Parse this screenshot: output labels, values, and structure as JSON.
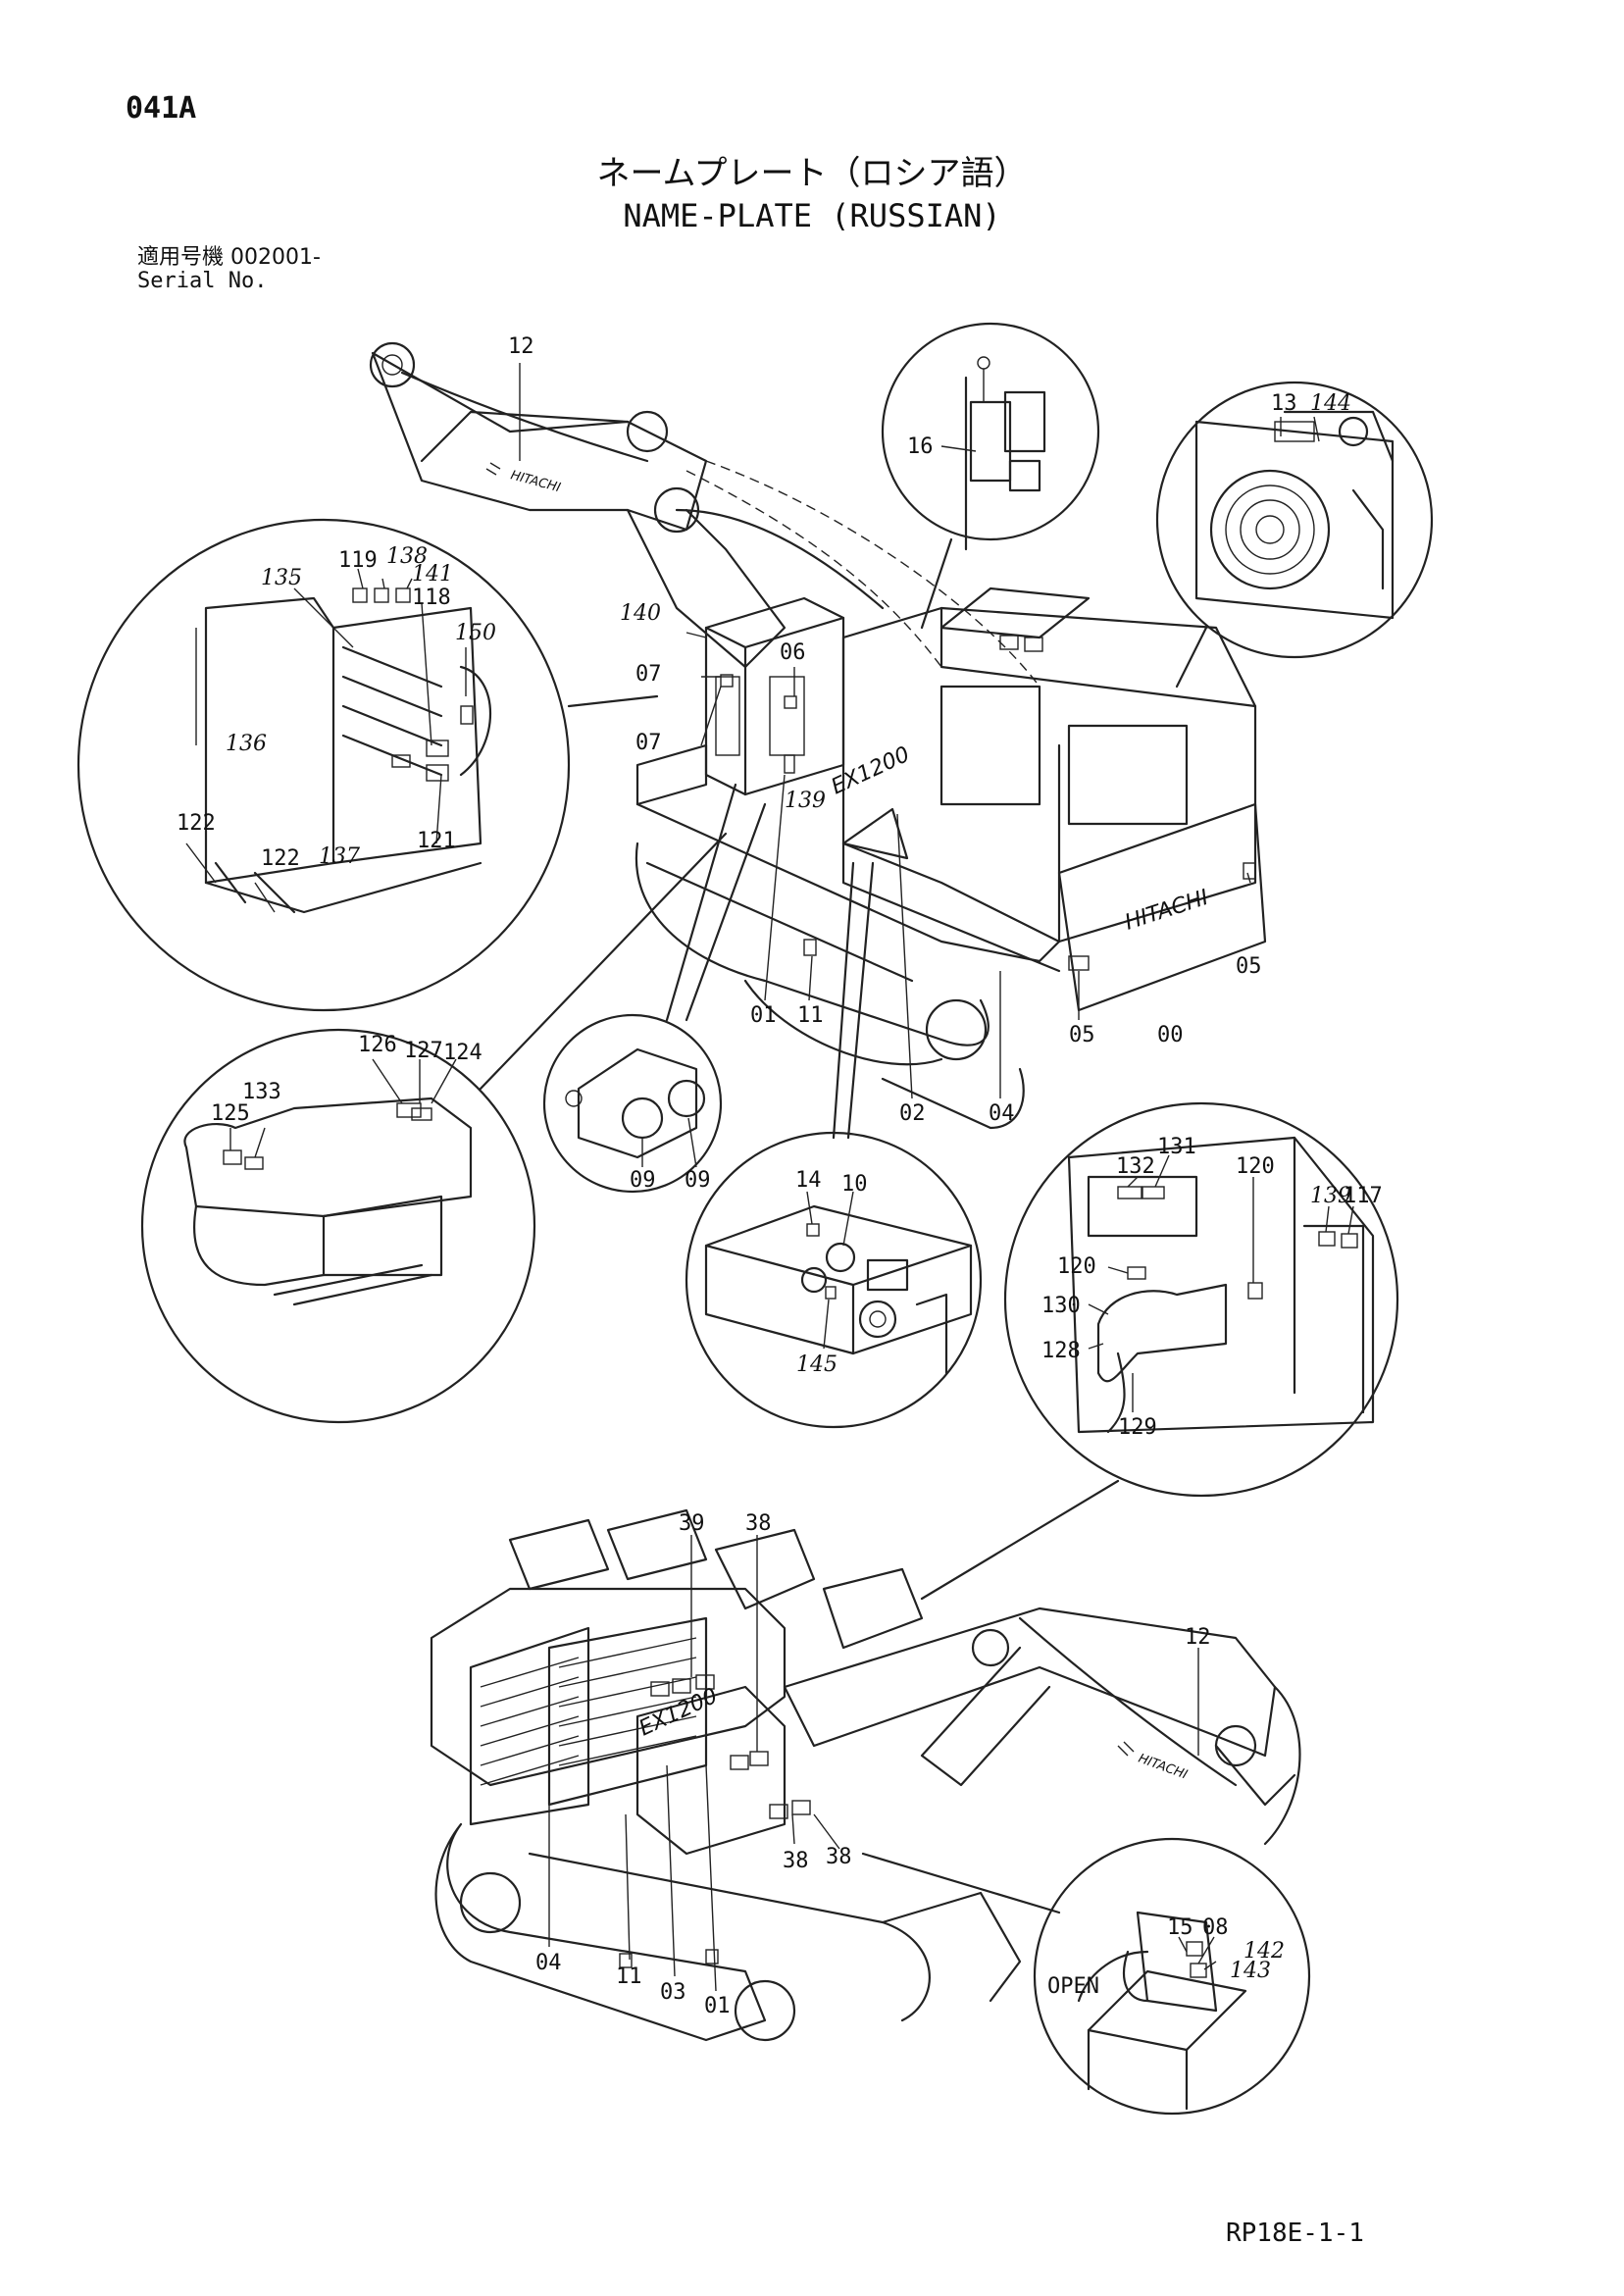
{
  "header": {
    "page_code": "041A",
    "title_jp": "ネームプレート（ロシア語）",
    "title_en": "NAME-PLATE (RUSSIAN)",
    "serial_jp": "適用号機  002001-",
    "serial_en": "Serial No."
  },
  "footer": {
    "drawing_ref": "RP18E-1-1"
  },
  "markings": {
    "brand_upper": "HITACHI",
    "brand_boom_upper": "HITACHI",
    "brand_boom_lower": "HITACHI",
    "model_upper": "EX1200",
    "model_lower": "EX1200",
    "open_label": "OPEN"
  },
  "callouts": {
    "c12a": "12",
    "c13": "13",
    "c144": "144",
    "c16": "16",
    "c119": "119",
    "c138": "138",
    "c141": "141",
    "c135": "135",
    "c118": "118",
    "c150": "150",
    "c136": "136",
    "c122a": "122",
    "c122b": "122",
    "c137": "137",
    "c121": "121",
    "c140": "140",
    "c06": "06",
    "c07a": "07",
    "c07b": "07",
    "c139a": "139",
    "c01a": "01",
    "c11a": "11",
    "c02": "02",
    "c04a": "04",
    "c05a": "05",
    "c05b": "05",
    "c00": "00",
    "c126": "126",
    "c127": "127",
    "c124": "124",
    "c125": "125",
    "c133": "133",
    "c09a": "09",
    "c09b": "09",
    "c14": "14",
    "c10": "10",
    "c145": "145",
    "c131": "131",
    "c132": "132",
    "c120a": "120",
    "c120b": "120",
    "c139b": "139",
    "c117": "117",
    "c130": "130",
    "c128": "128",
    "c129": "129",
    "c39": "39",
    "c38a": "38",
    "c38b": "38",
    "c38c": "38",
    "c12b": "12",
    "c04b": "04",
    "c11b": "11",
    "c03": "03",
    "c01b": "01",
    "c15": "15",
    "c08": "08",
    "c142": "142",
    "c143": "143"
  }
}
